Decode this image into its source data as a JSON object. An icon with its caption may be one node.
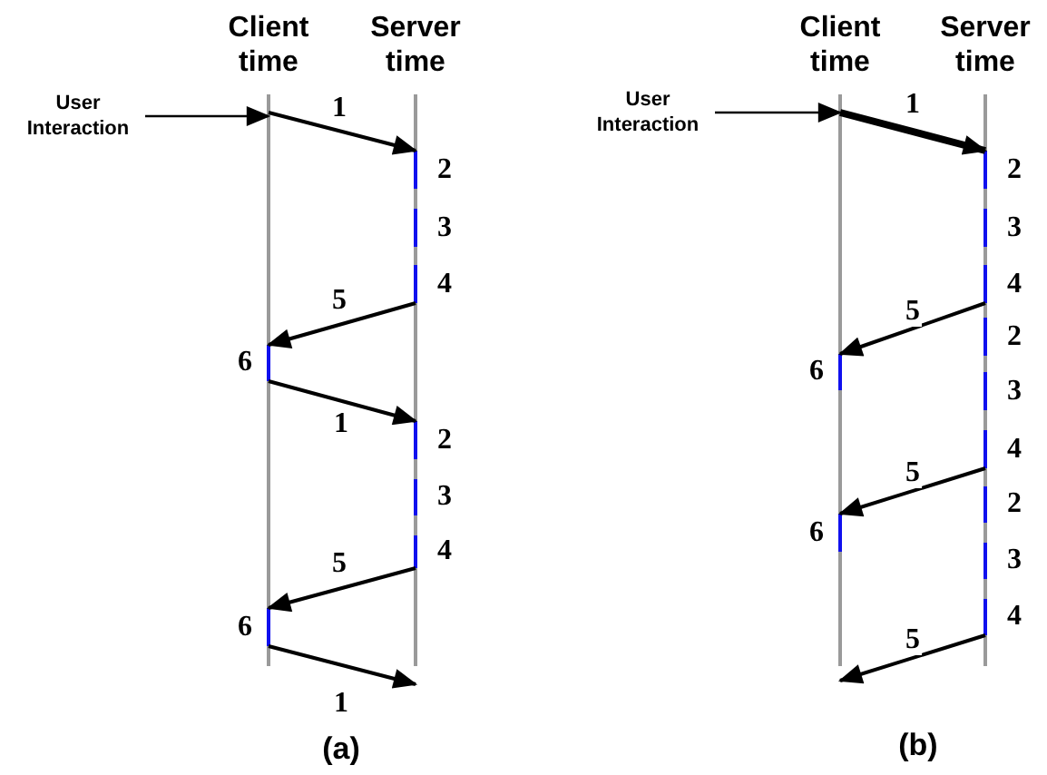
{
  "diagram": {
    "nodes": [
      {
        "text": [],
        "shape": "line"
      },
      {
        "text": [],
        "shape": "line"
      },
      {
        "text": [],
        "shape": "line"
      },
      {
        "text": [],
        "shape": "line"
      },
      {
        "text": [
          "User Interaction"
        ]
      },
      {
        "text": [
          "User Interaction"
        ]
      },
      {
        "text": [],
        "shape": "bar",
        "beside": [
          "2"
        ],
        "in": 1
      },
      {
        "text": [],
        "shape": "bar",
        "beside": [
          "3"
        ],
        "in": 1
      },
      {
        "text": [],
        "shape": "bar",
        "beside": [
          "4"
        ],
        "in": 1
      },
      {
        "text": [],
        "shape": "bar",
        "beside": [
          "6"
        ],
        "in": 0
      },
      {
        "text": [],
        "shape": "bar",
        "beside": [
          "2"
        ],
        "in": 1
      },
      {
        "text": [],
        "shape": "bar",
        "beside": [
          "3"
        ],
        "in": 1
      },
      {
        "text": [],
        "shape": "bar",
        "beside": [
          "4"
        ],
        "in": 1
      },
      {
        "text": [],
        "shape": "bar",
        "beside": [
          "6"
        ],
        "in": 0
      },
      {
        "text": [],
        "shape": "bar",
        "beside": [
          "2"
        ],
        "in": 3
      },
      {
        "text": [],
        "shape": "bar",
        "beside": [
          "3"
        ],
        "in": 3
      },
      {
        "text": [],
        "shape": "bar",
        "beside": [
          "4"
        ],
        "in": 3
      },
      {
        "text": [],
        "shape": "bar",
        "beside": [
          "2"
        ],
        "in": 3
      },
      {
        "text": [],
        "shape": "bar",
        "beside": [
          "6"
        ],
        "in": 2
      },
      {
        "text": [],
        "shape": "bar",
        "beside": [
          "3"
        ],
        "in": 3
      },
      {
        "text": [],
        "shape": "bar",
        "beside": [
          "4"
        ],
        "in": 3
      },
      {
        "text": [],
        "shape": "bar",
        "beside": [
          "2"
        ],
        "in": 3
      },
      {
        "text": [],
        "shape": "bar",
        "beside": [
          "6"
        ],
        "in": 2
      },
      {
        "text": [],
        "shape": "bar",
        "beside": [
          "3"
        ],
        "in": 3
      },
      {
        "text": [],
        "shape": "bar",
        "beside": [
          "4"
        ],
        "in": 3
      }
    ],
    "edges": [
      {
        "from": 4,
        "to": 0,
        "arrow": "to"
      },
      {
        "from": 0,
        "to": 6,
        "arrow": "to",
        "label": "1"
      },
      {
        "from": 8,
        "to": 9,
        "arrow": "to",
        "label": "5"
      },
      {
        "from": 9,
        "to": 10,
        "arrow": "to",
        "label": "1"
      },
      {
        "from": 12,
        "to": 13,
        "arrow": "to",
        "label": "5"
      },
      {
        "from": 13,
        "to": 1,
        "arrow": "to",
        "label": "1"
      },
      {
        "from": 5,
        "to": 2,
        "arrow": "to"
      },
      {
        "from": 2,
        "to": 14,
        "arrow": "to",
        "label": "1",
        "style": "thick"
      },
      {
        "from": 16,
        "to": 18,
        "arrow": "to",
        "label": "5"
      },
      {
        "from": 20,
        "to": 22,
        "arrow": "to",
        "label": "5"
      },
      {
        "from": 24,
        "to": 2,
        "arrow": "to",
        "label": "5"
      }
    ],
    "labels": [
      "Client time",
      "Server time",
      "Client time",
      "Server time",
      "(a)",
      "(b)"
    ]
  }
}
